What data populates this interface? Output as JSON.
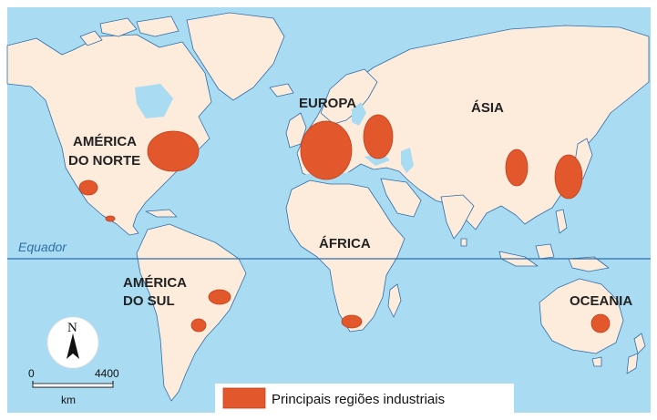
{
  "continents": {
    "north_america_line1": "AMÉRICA",
    "north_america_line2": "DO NORTE",
    "south_america_line1": "AMÉRICA",
    "south_america_line2": "DO SUL",
    "europe": "EUROPA",
    "asia": "ÁSIA",
    "africa": "ÁFRICA",
    "oceania": "OCEANIA"
  },
  "equator_label": "Equador",
  "compass": {
    "north": "N",
    "icon": "north-arrow-icon"
  },
  "scale": {
    "start": "0",
    "end": "4400",
    "unit": "km"
  },
  "legend": {
    "label": "Principais regiões industriais"
  },
  "colors": {
    "ocean": "#a9dcf2",
    "land": "#fdebdc",
    "coast": "#2f6ea8",
    "industrial_region": "#e2582c"
  }
}
